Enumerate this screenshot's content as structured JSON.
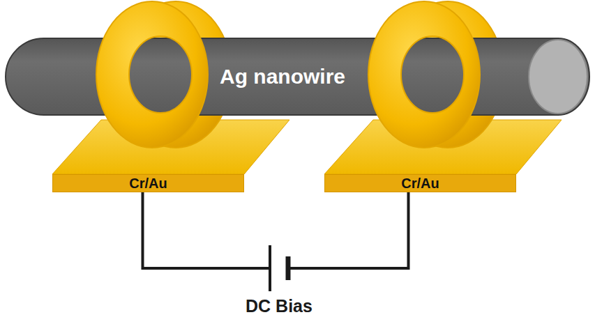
{
  "diagram": {
    "nodes": [
      {
        "text": [
          "Ag nanowire"
        ]
      },
      {
        "text": [
          "Cr/Au"
        ]
      },
      {
        "text": [
          "Cr/Au"
        ]
      }
    ],
    "edges": [
      {
        "from": 1,
        "to": 2,
        "arrow": "none",
        "label": "DC Bias"
      }
    ]
  }
}
